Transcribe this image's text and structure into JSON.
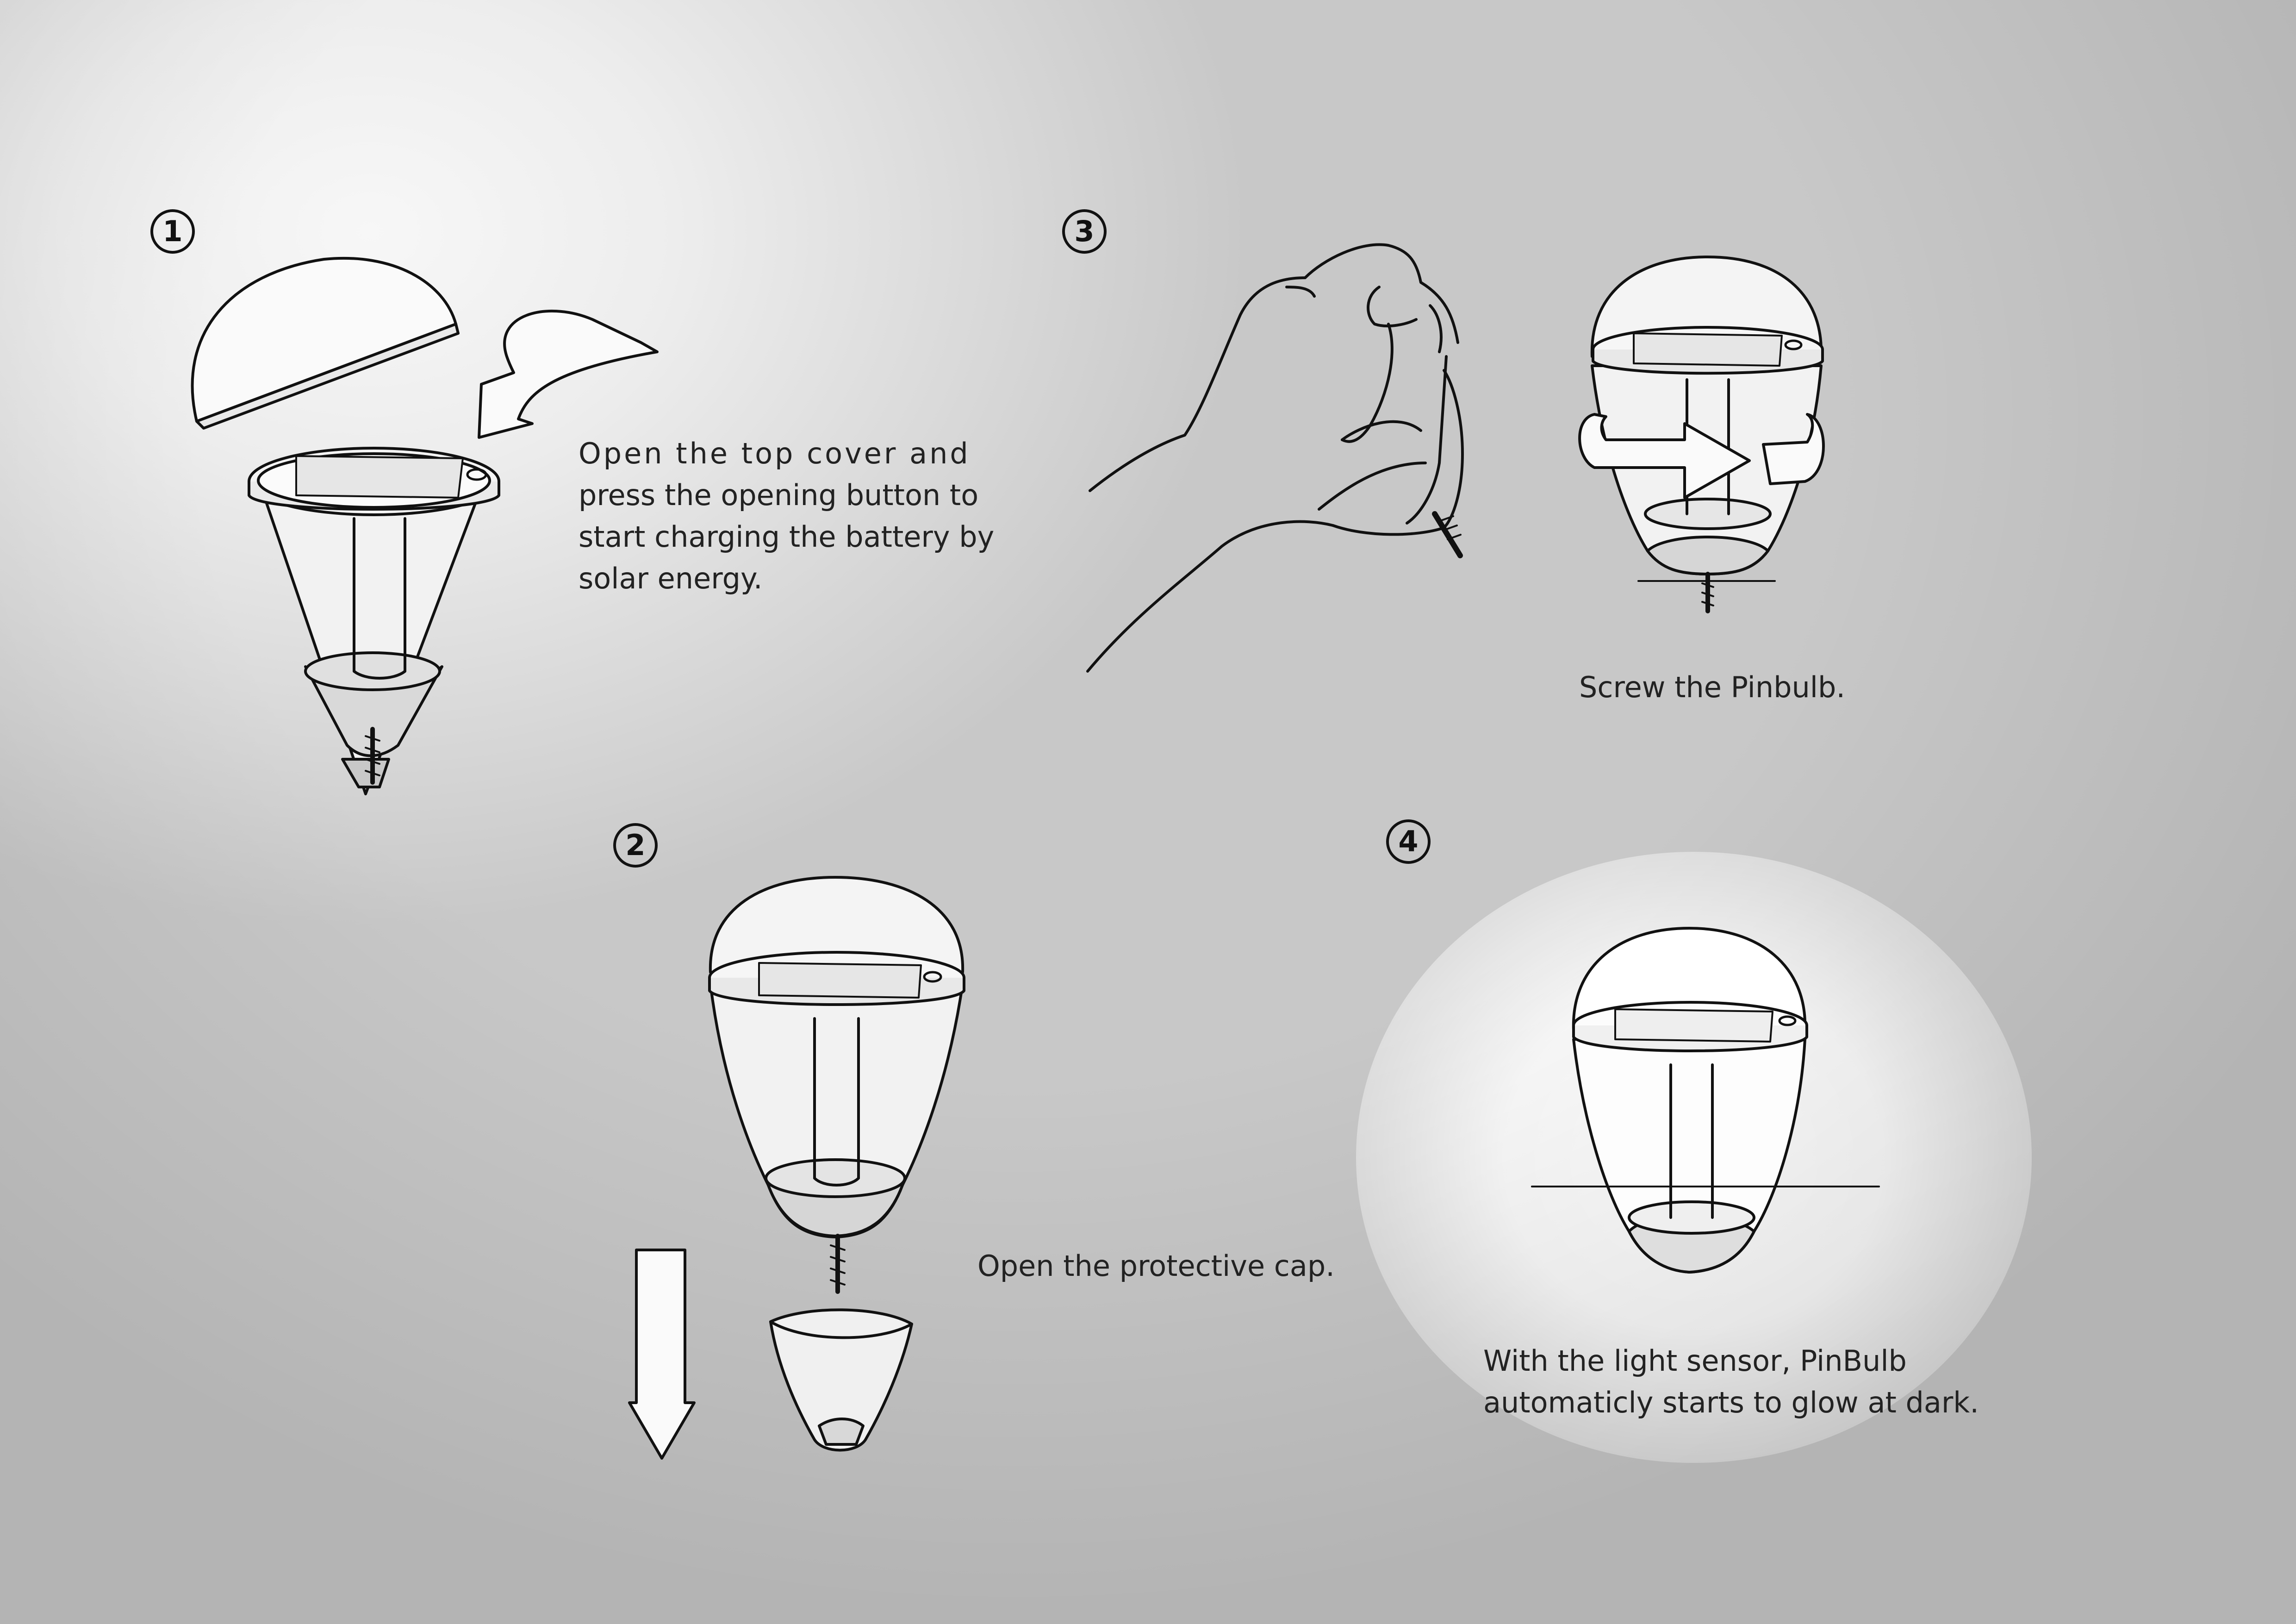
{
  "steps": [
    {
      "number": "1",
      "lines": [
        "Open the top cover and",
        "press the opening button to",
        "start charging the battery by",
        "solar energy."
      ]
    },
    {
      "number": "2",
      "lines": [
        "Open the protective cap."
      ]
    },
    {
      "number": "3",
      "lines": [
        "Screw the Pinbulb."
      ]
    },
    {
      "number": "4",
      "lines": [
        "With the light sensor, PinBulb",
        "automaticly starts to glow at dark."
      ]
    }
  ],
  "colors": {
    "line": "#111111",
    "background": "#e6e6e6",
    "glow": "#ffffff"
  }
}
